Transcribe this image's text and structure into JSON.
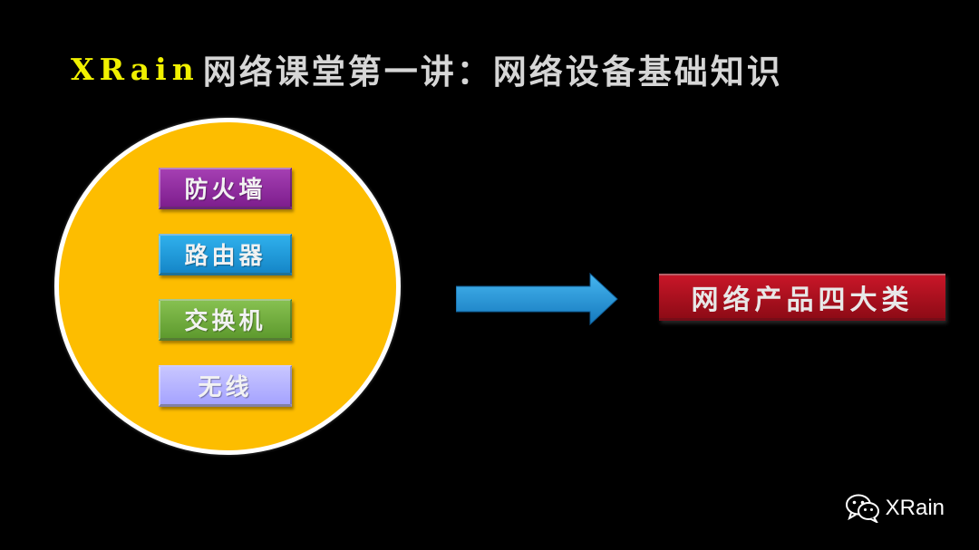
{
  "title": {
    "brand": "XRain",
    "text": "网络课堂第一讲：网络设备基础知识"
  },
  "devices": [
    {
      "label": "防火墙"
    },
    {
      "label": "路由器"
    },
    {
      "label": "交换机"
    },
    {
      "label": "无线"
    }
  ],
  "category": "网络产品四大类",
  "watermark": "XRain",
  "colors": {
    "background": "#000000",
    "circle": "#fdbd00",
    "firewall": "#8e2aa0",
    "router": "#1f9ada",
    "switch": "#72ad3e",
    "wireless": "#b4b2ff",
    "category": "#b01020",
    "arrow": "#1e90d8"
  }
}
